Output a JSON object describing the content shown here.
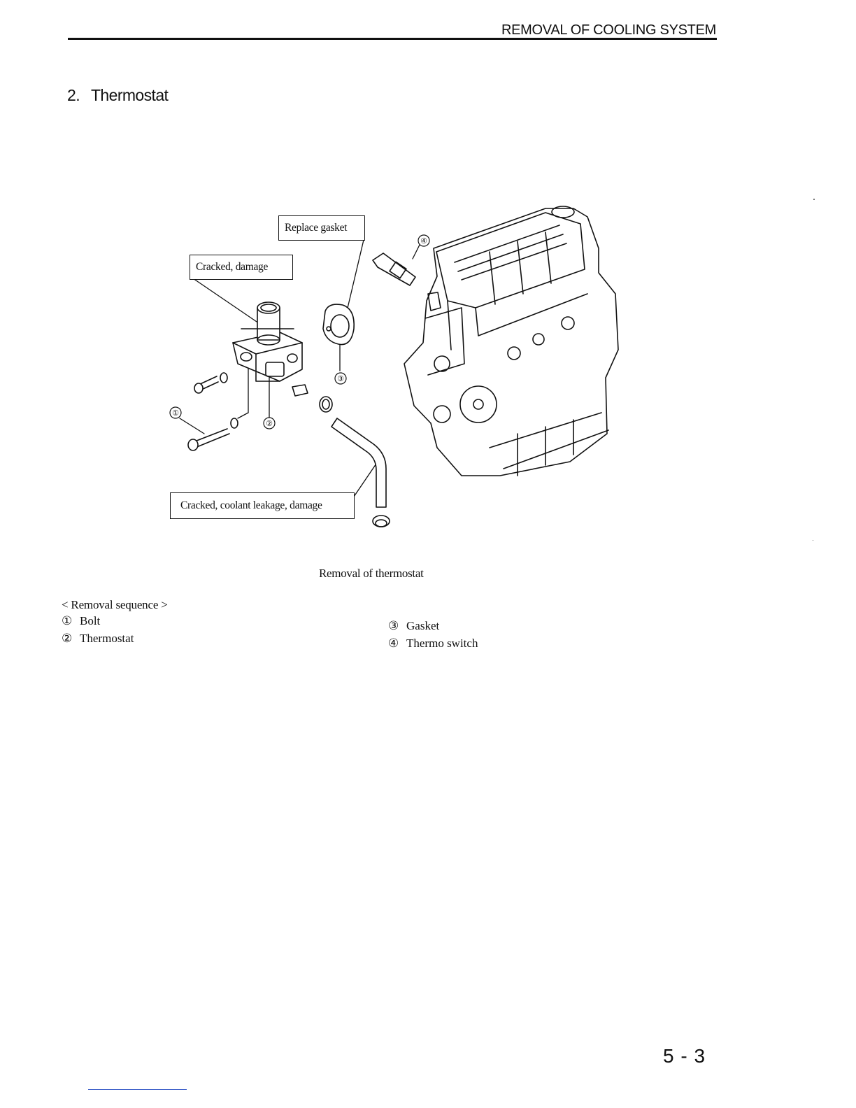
{
  "header": {
    "title": "REMOVAL OF COOLING SYSTEM"
  },
  "section": {
    "number": "2.",
    "title": "Thermostat"
  },
  "figure": {
    "callouts": {
      "replace_gasket": "Replace gasket",
      "cracked_damage": "Cracked, damage",
      "cracked_leakage": "Cracked, coolant leakage, damage"
    },
    "part_markers": [
      "①",
      "②",
      "③",
      "④"
    ],
    "caption": "Removal of thermostat"
  },
  "removal_sequence": {
    "heading": "< Removal sequence >",
    "items": [
      {
        "num": "①",
        "label": "Bolt"
      },
      {
        "num": "②",
        "label": "Thermostat"
      },
      {
        "num": "③",
        "label": "Gasket"
      },
      {
        "num": "④",
        "label": "Thermo switch"
      }
    ]
  },
  "footer": {
    "page_number": "5 - 3"
  }
}
